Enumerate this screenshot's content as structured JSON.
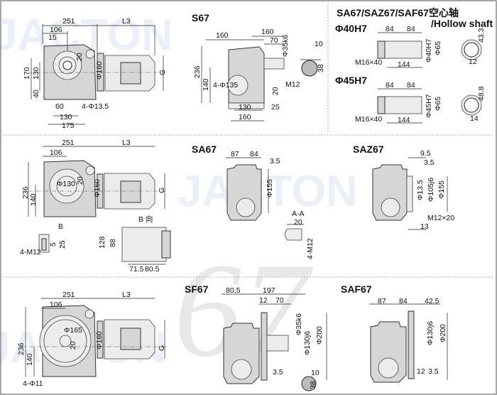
{
  "watermark": {
    "logo_text": "JACTON",
    "overlay_number": "67"
  },
  "s_motor": {
    "dims": [
      "251",
      "106",
      "15",
      "L3",
      "170",
      "130",
      "40",
      "20",
      "Φ160",
      "G",
      "60",
      "130",
      "175",
      "4-Φ13.5"
    ]
  },
  "s67": {
    "title": "S67",
    "dims": [
      "160",
      "160",
      "70",
      "Φ35k6",
      "10",
      "38",
      "M12",
      "236",
      "140",
      "4-Φ135",
      "20",
      "25",
      "130",
      "160"
    ]
  },
  "hollow_shaft": {
    "title": "SA67/SAZ67/SAF67空心轴",
    "subtitle": "/Hollow shaft",
    "d40": {
      "label": "Φ40H7",
      "dims": [
        "84",
        "84",
        "Φ40H7",
        "Φ65",
        "43.3",
        "12",
        "M16×40",
        "144"
      ]
    },
    "d45": {
      "label": "Φ45H7",
      "dims": [
        "84",
        "84",
        "Φ45H7",
        "Φ65",
        "48.8",
        "14",
        "M16×40",
        "144"
      ]
    }
  },
  "sa_motor": {
    "dims": [
      "251",
      "L3",
      "106",
      "236",
      "140",
      "Φ130",
      "20",
      "Φ160",
      "G",
      "B",
      "B 向",
      "4-M12",
      "5",
      "25",
      "128",
      "88",
      "71.5",
      "80.5"
    ]
  },
  "sa67": {
    "title": "SA67",
    "dims": [
      "87",
      "84",
      "3.5",
      "Φ155"
    ]
  },
  "section_aa": {
    "title": "A-A",
    "dims": [
      "20",
      "4-M12"
    ]
  },
  "saz67": {
    "title": "SAZ67",
    "dims": [
      "9.5",
      "3.5",
      "Φ13.5",
      "Φ105j6",
      "Φ155",
      "M12×20",
      "13"
    ]
  },
  "sf_motor": {
    "dims": [
      "251",
      "L3",
      "106",
      "236",
      "140",
      "Φ165",
      "20",
      "Φ160",
      "G",
      "4-Φ11"
    ]
  },
  "sf67": {
    "title": "SF67",
    "dims": [
      "80.5",
      "197",
      "12",
      "70",
      "Φ35k6",
      "Φ130j6",
      "Φ200",
      "3.5",
      "10",
      "38"
    ]
  },
  "saf67": {
    "title": "SAF67",
    "dims": [
      "87",
      "84",
      "42.5",
      "Φ130j6",
      "Φ200",
      "12",
      "3.5"
    ]
  }
}
